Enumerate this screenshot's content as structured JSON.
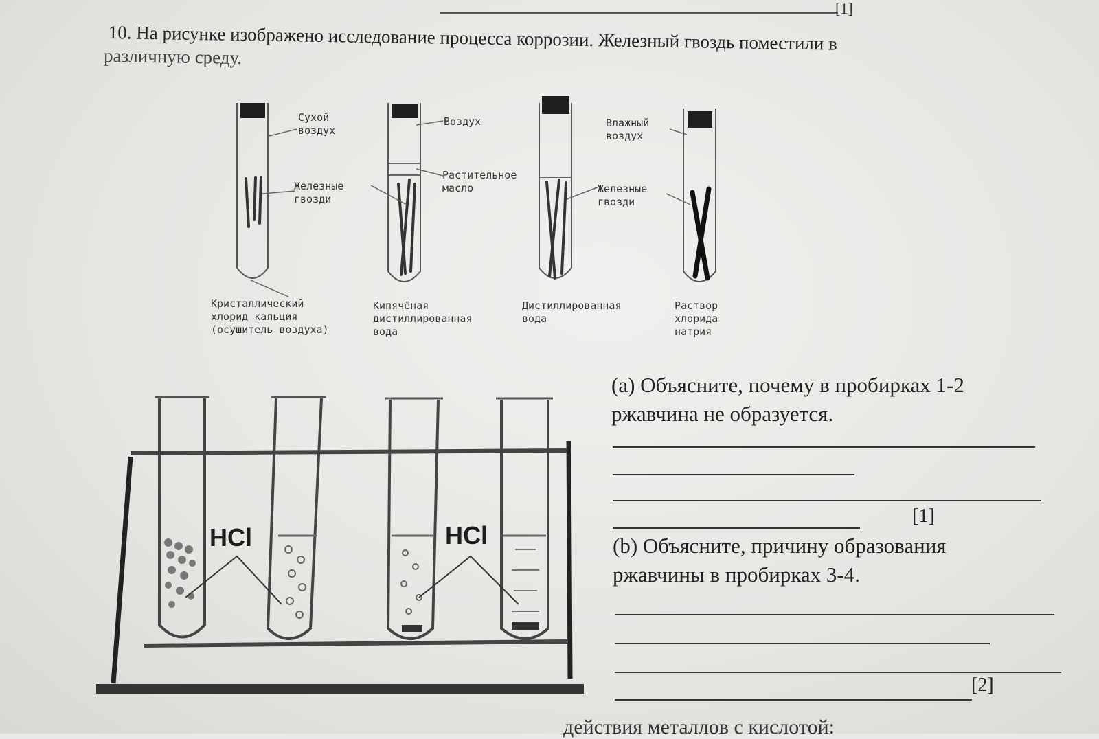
{
  "header": {
    "mark_top": "[1]",
    "question_line1": "10. На рисунке изображено исследование процесса коррозии. Железный гвоздь поместили в",
    "question_line2": "различную среду."
  },
  "figure_labels": {
    "dry_air": "Сухой\nвоздух",
    "nails_1": "Железные\nгвозди",
    "calcium_chloride": "Кристаллический\nхлорид кальция\n(осушитель воздуха)",
    "air": "Воздух",
    "veg_oil": "Растительное\nмасло",
    "boiled_water": "Кипячёная\nдистиллированная\nвода",
    "moist_air": "Влажный\nвоздух",
    "nails_2": "Железные\nгвозди",
    "distilled_water": "Дистиллированная\nвода",
    "nacl_solution": "Раствор\nхлорида\nнатрия"
  },
  "rack_labels": {
    "hcl_1": "HCl",
    "hcl_2": "HCl"
  },
  "part_a": {
    "text_line1": "(a) Объясните, почему в пробирках 1-2",
    "text_line2": "ржавчина не образуется.",
    "mark": "[1]"
  },
  "part_b": {
    "text_line1": "(b) Объясните, причину образования",
    "text_line2": "ржавчины в пробирках 3-4.",
    "mark": "[2]"
  },
  "footer_cut": "действия металлов с кислотой:"
}
